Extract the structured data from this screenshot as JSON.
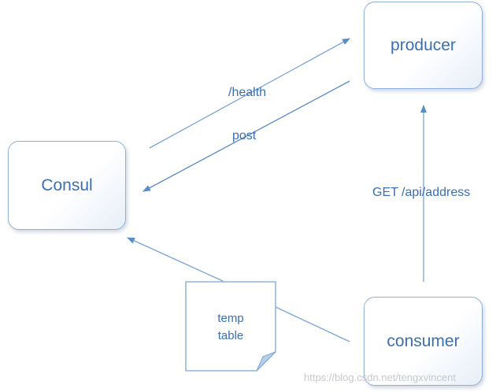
{
  "nodes": {
    "producer": "producer",
    "consul": "Consul",
    "consumer": "consumer"
  },
  "edges": {
    "health_label": "/health",
    "post_label": "post",
    "get_label": "GET /api/address"
  },
  "note": {
    "line1": "temp",
    "line2": "table"
  },
  "watermark": "https://blog.csdn.net/tengxvincent",
  "colors": {
    "line": "#7aa6d6",
    "text": "#3a6fb0",
    "border": "#8fb0d8"
  }
}
